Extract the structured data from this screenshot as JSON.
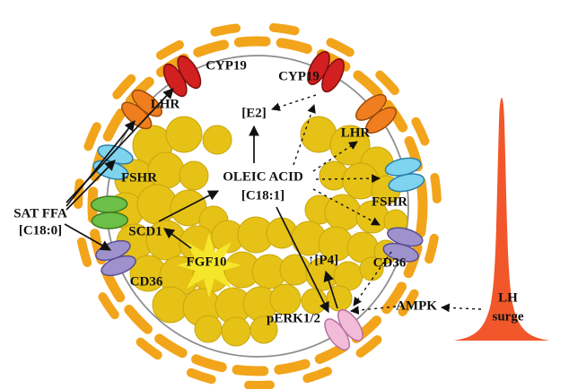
{
  "figure": {
    "description": "Follicle cell diagram with fatty-acid signalling",
    "labels": {
      "sat_ffa_1": "SAT FFA",
      "sat_ffa_2": "[C18:0]",
      "cyp19_left": "CYP19",
      "cyp19_right": "CYP19",
      "lhr_left": "LHR",
      "lhr_right": "LHR",
      "fshr_left": "FSHR",
      "fshr_right": "FSHR",
      "scd1": "SCD1",
      "cd36_left": "CD36",
      "cd36_right": "CD36",
      "fgf10": "FGF10",
      "e2": "[E2]",
      "oleic_1": "OLEIC ACID",
      "oleic_2": "[C18:1]",
      "p4": "↑[P4]",
      "perk": "pERK1/2",
      "ampk": "AMPK",
      "lh_1": "LH",
      "lh_2": "surge"
    },
    "colors": {
      "crescent": "#F2A41B",
      "droplet": "#E6C217",
      "membrane": "#8E8E8E",
      "cyp19": "#D21F1F",
      "lhr": "#F07E1E",
      "fshr": "#7ED3EE",
      "scd1": "#6CBF47",
      "cd36": "#9D92CB",
      "perk": "#F2BCD9",
      "starburst": "#F6E62B",
      "lh_surge": "#F1572A",
      "arrow": "#111111"
    }
  }
}
